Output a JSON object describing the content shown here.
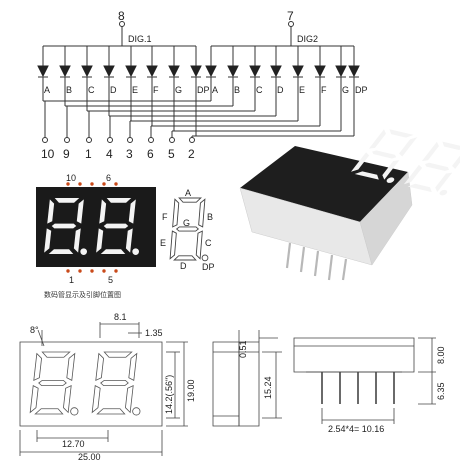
{
  "schematic": {
    "common_pins": [
      {
        "number": "8",
        "label": "DIG.1"
      },
      {
        "number": "7",
        "label": "DIG2"
      }
    ],
    "segment_labels_dig1": [
      "A",
      "B",
      "C",
      "D",
      "E",
      "F",
      "G",
      "DP"
    ],
    "segment_labels_dig2": [
      "A",
      "B",
      "C",
      "D",
      "E",
      "F",
      "G",
      "DP"
    ],
    "bottom_pins": [
      "10",
      "9",
      "1",
      "4",
      "3",
      "6",
      "5",
      "2"
    ]
  },
  "front_view": {
    "top_pins": [
      "10",
      "6"
    ],
    "bottom_pins": [
      "1",
      "5"
    ],
    "caption": "数码管显示及引脚位置图"
  },
  "segment_map": {
    "labels": [
      "A",
      "F",
      "G",
      "B",
      "E",
      "C",
      "D",
      "DP"
    ]
  },
  "dimensions": {
    "angle": "8°",
    "digit_pitch": "8.1",
    "segment_width": "1.35",
    "char_height": "14.2(.56\")",
    "body_height": "19.00",
    "digit_span": "12.70",
    "body_width": "25.00",
    "top_thickness": "0.51",
    "side_height": "15.24",
    "depth": "8.00",
    "pin_length": "6.35",
    "pin_pitch": "2.54*4= 10.16"
  },
  "colors": {
    "display_body": "#1a1a1a",
    "segment_lit": "#f4f4f4",
    "pin_dot": "#c94a1a"
  }
}
